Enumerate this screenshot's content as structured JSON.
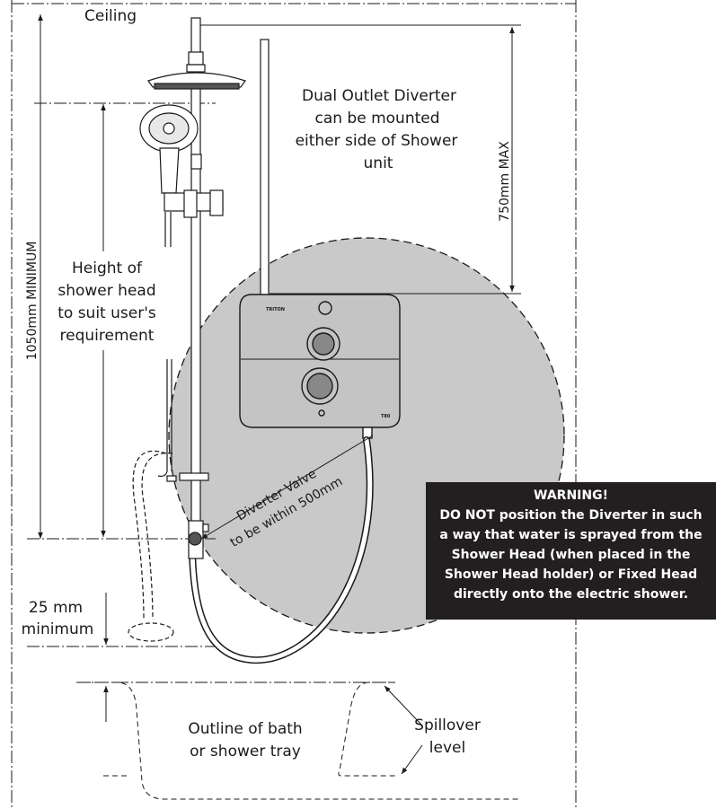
{
  "labels": {
    "ceiling": "Ceiling",
    "diverter_note": [
      "Dual Outlet Diverter",
      "can be mounted",
      "either side of Shower",
      "unit"
    ],
    "max_dimension": "750mm MAX",
    "min_dimension": "1050mm MINIMUM",
    "shower_head_note": [
      "Height of",
      "shower head",
      "to suit user's",
      "requirement"
    ],
    "diverter_valve": [
      "Diverter Valve",
      "to be within 500mm"
    ],
    "min_clearance": [
      "25 mm",
      "minimum"
    ],
    "bath_outline": [
      "Outline of bath",
      "or shower tray"
    ],
    "spillover": [
      "Spillover",
      "level"
    ]
  },
  "unit": {
    "brand": "TRITON",
    "model": "T80"
  },
  "warning": {
    "title": "WARNING!",
    "lines": [
      "DO NOT position the Diverter in such",
      "a way that water is sprayed from the",
      "Shower Head (when placed in the",
      "Shower Head holder) or Fixed Head",
      "directly onto the electric shower."
    ]
  },
  "colors": {
    "zone_fill": "#c9c9c9",
    "warning_bg": "#231f20",
    "line": "#1a1a1a"
  }
}
